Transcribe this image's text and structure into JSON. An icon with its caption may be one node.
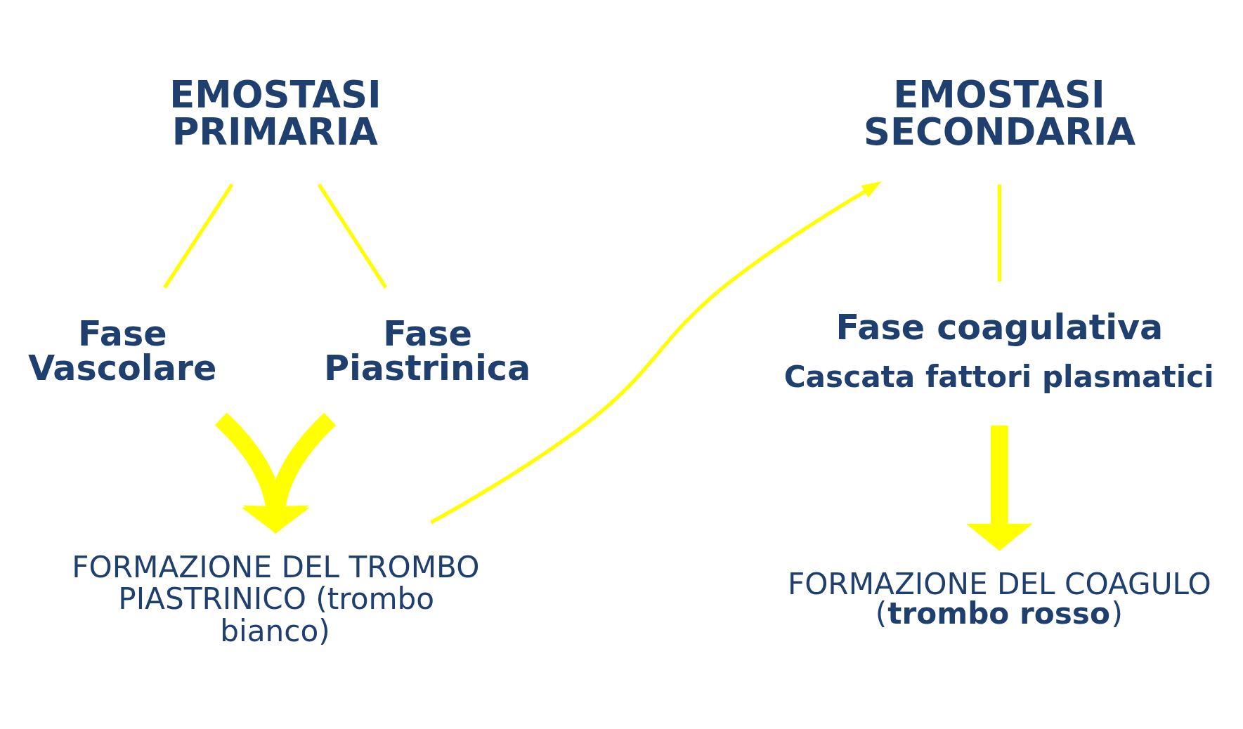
{
  "diagram": {
    "nodes": [
      {
        "text": [
          "EMOSTASI PRIMARIA"
        ]
      },
      {
        "text": [
          "Fase Vascolare"
        ]
      },
      {
        "text": [
          "Fase Piastrinica"
        ]
      },
      {
        "text": [
          "FORMAZIONE DEL TROMBO PIASTRINICO (trombo bianco)"
        ]
      },
      {
        "text": [
          "EMOSTASI SECONDARIA"
        ]
      },
      {
        "text": [
          "Fase coagulativa",
          "Cascata fattori plasmatici"
        ]
      },
      {
        "text": [
          "FORMAZIONE DEL COAGULO (**trombo rosso**)"
        ]
      }
    ],
    "edges": [
      {
        "from": 0,
        "to": 1,
        "arrow": "none"
      },
      {
        "from": 0,
        "to": 2,
        "arrow": "none"
      },
      {
        "from": 1,
        "to": 3,
        "arrow": "to",
        "style": "thick"
      },
      {
        "from": 2,
        "to": 3,
        "arrow": "to",
        "style": "thick"
      },
      {
        "from": 3,
        "to": 4,
        "arrow": "to"
      },
      {
        "from": 4,
        "to": 5,
        "arrow": "none"
      },
      {
        "from": 5,
        "to": 6,
        "arrow": "to",
        "style": "thick"
      }
    ]
  }
}
